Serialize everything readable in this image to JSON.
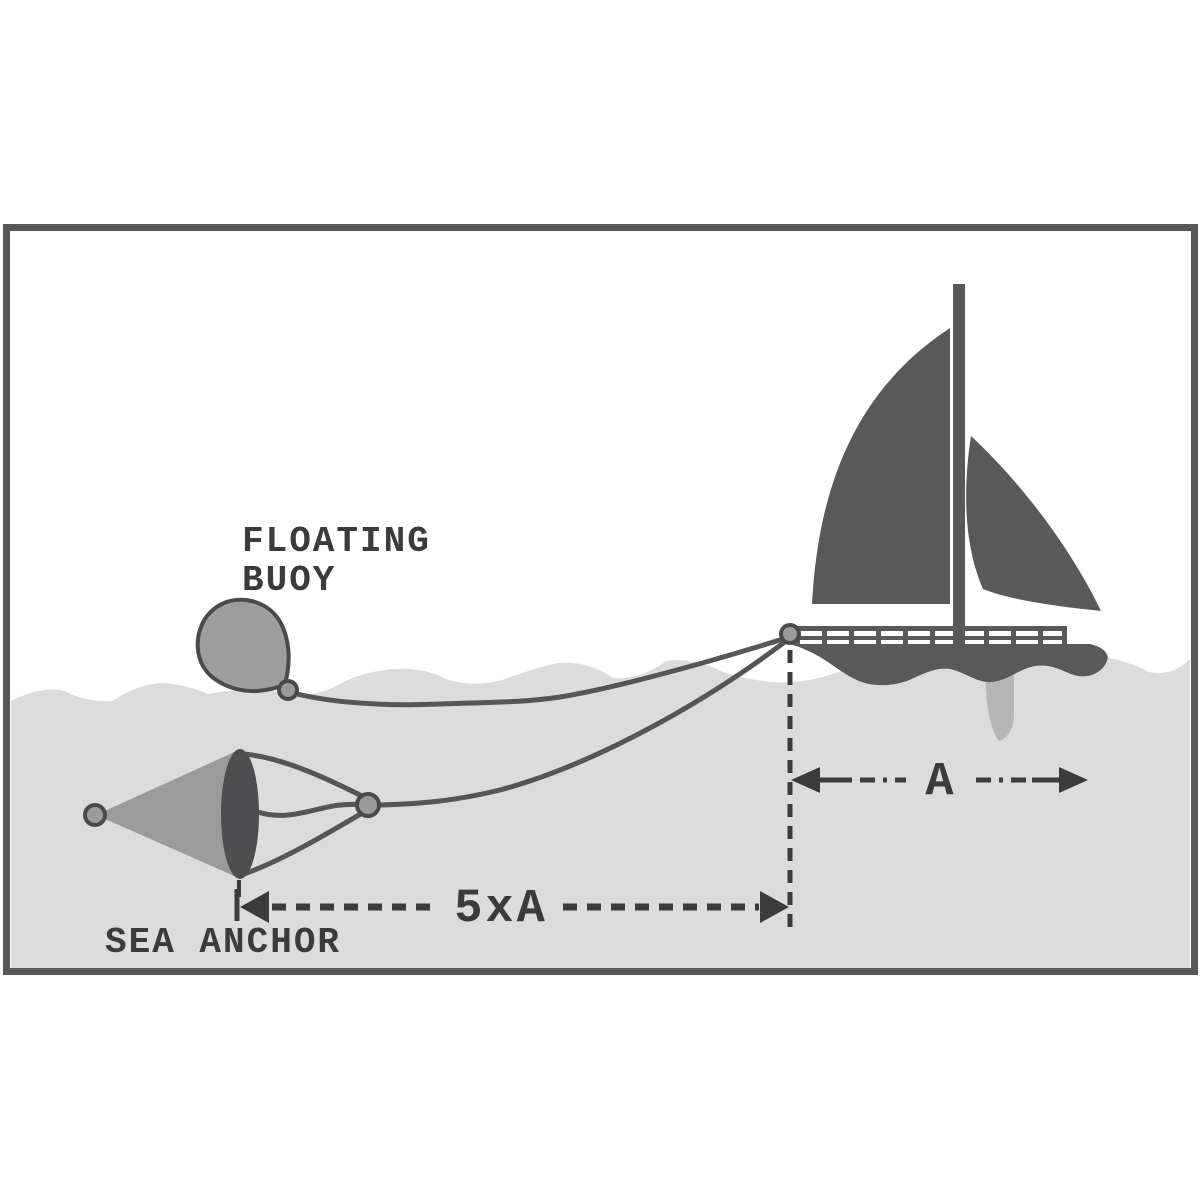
{
  "diagram": {
    "labels": {
      "floating_buoy_line1": "FLOATING",
      "floating_buoy_line2": "BUOY",
      "sea_anchor": "SEA ANCHOR",
      "rode_length": "5xA",
      "boat_length": "A"
    },
    "colors": {
      "sky": "#ffffff",
      "frame": "#57575a",
      "dark": "#595959",
      "outline": "#4a4a4c",
      "water": "#dcdcdc",
      "mid": "#9b9b9b",
      "mouth": "#4e4e50",
      "buoy": "#9e9e9e",
      "keel": "#b6b6b6",
      "rope": "#55555a",
      "shaft": "#6e6e70",
      "text": "#3b3b3c"
    }
  }
}
